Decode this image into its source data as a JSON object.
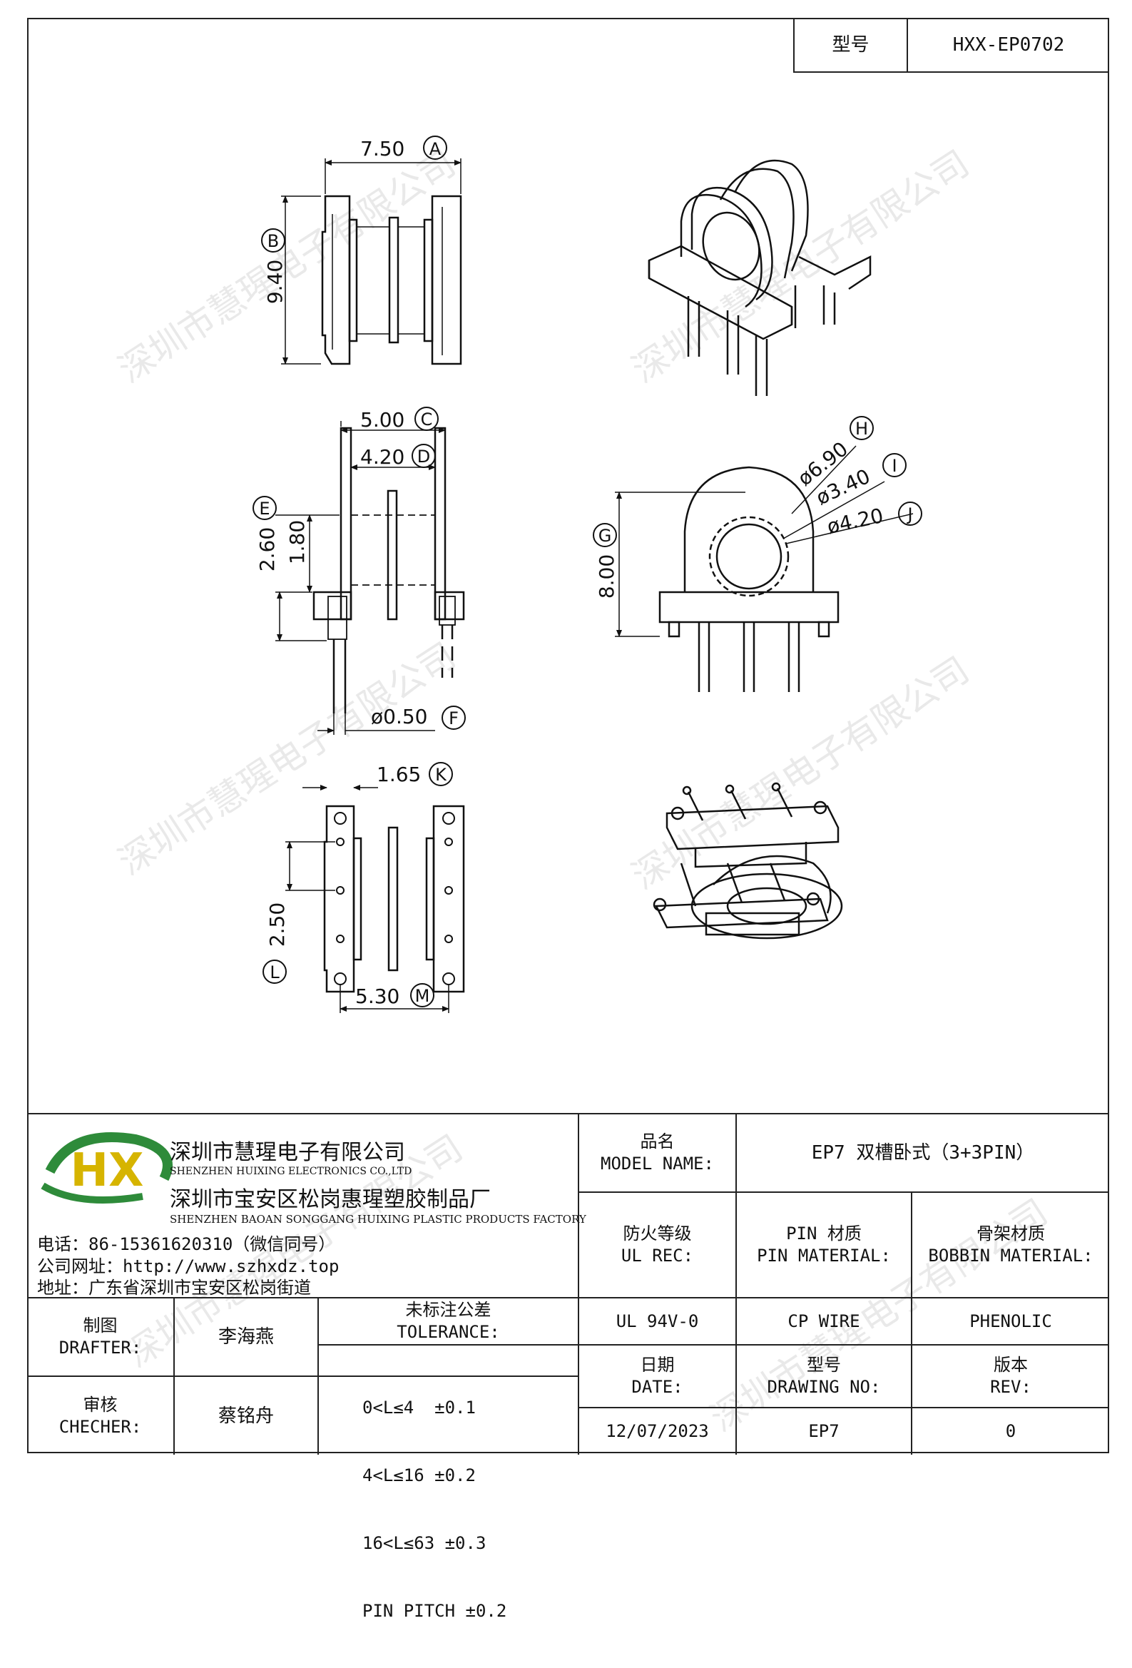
{
  "model_label": "型号",
  "model_value": "HXX-EP0702",
  "watermark": "深圳市慧瑆电子有限公司",
  "dimensions": {
    "A": {
      "value": "7.50",
      "letter": "A"
    },
    "B": {
      "value": "9.40",
      "letter": "B"
    },
    "C": {
      "value": "5.00",
      "letter": "C"
    },
    "D": {
      "value": "4.20",
      "letter": "D"
    },
    "E": {
      "value": "2.60",
      "letter": "E"
    },
    "E2": {
      "value": "1.80"
    },
    "F": {
      "value": "ø0.50",
      "letter": "F"
    },
    "G": {
      "value": "8.00",
      "letter": "G"
    },
    "H": {
      "value": "ø6.90",
      "letter": "H"
    },
    "I": {
      "value": "ø3.40",
      "letter": "I"
    },
    "J": {
      "value": "ø4.20",
      "letter": "J"
    },
    "K": {
      "value": "1.65",
      "letter": "K"
    },
    "L": {
      "value": "2.50",
      "letter": "L"
    },
    "M": {
      "value": "5.30",
      "letter": "M"
    }
  },
  "company": {
    "logo_letters": "HX",
    "name1": "深圳市慧瑆电子有限公司",
    "name1_en": "SHENZHEN HUIXING ELECTRONICS CO.,LTD",
    "name2": "深圳市宝安区松岗惠瑆塑胶制品厂",
    "name2_en": "SHENZHEN BAOAN SONGGANG HUIXING PLASTIC PRODUCTS FACTORY",
    "phone": "电话：86-15361620310（微信同号）",
    "website": "公司网址：http://www.szhxdz.top",
    "address": "地址：广东省深圳市宝安区松岗街道"
  },
  "title_block": {
    "model_name_zh": "品名",
    "model_name_en": "MODEL NAME:",
    "model_name_value": "EP7 双槽卧式（3+3PIN）",
    "ul_zh": "防火等级",
    "ul_en": "UL REC:",
    "pin_zh": "PIN 材质",
    "pin_en": "PIN MATERIAL:",
    "bobbin_zh": "骨架材质",
    "bobbin_en": "BOBBIN MATERIAL:",
    "ul_value": "UL 94V-0",
    "pin_value": "CP WIRE",
    "bobbin_value": "PHENOLIC",
    "drafter_zh": "制图",
    "drafter_en": "DRAFTER:",
    "drafter_name": "李海燕",
    "checker_zh": "审核",
    "checker_en": "CHECHER:",
    "checker_name": "蔡铭舟",
    "tolerance_zh": "未标注公差",
    "tolerance_en": "TOLERANCE:",
    "tolerance_rows": [
      "0<L≤4  ±0.1",
      "4<L≤16 ±0.2",
      "16<L≤63 ±0.3",
      "PIN PITCH ±0.2"
    ],
    "date_zh": "日期",
    "date_en": "DATE:",
    "drawing_zh": "型号",
    "drawing_en": "DRAWING NO:",
    "rev_zh": "版本",
    "rev_en": "REV:",
    "date_value": "12/07/2023",
    "drawing_value": "EP7",
    "rev_value": "0"
  }
}
